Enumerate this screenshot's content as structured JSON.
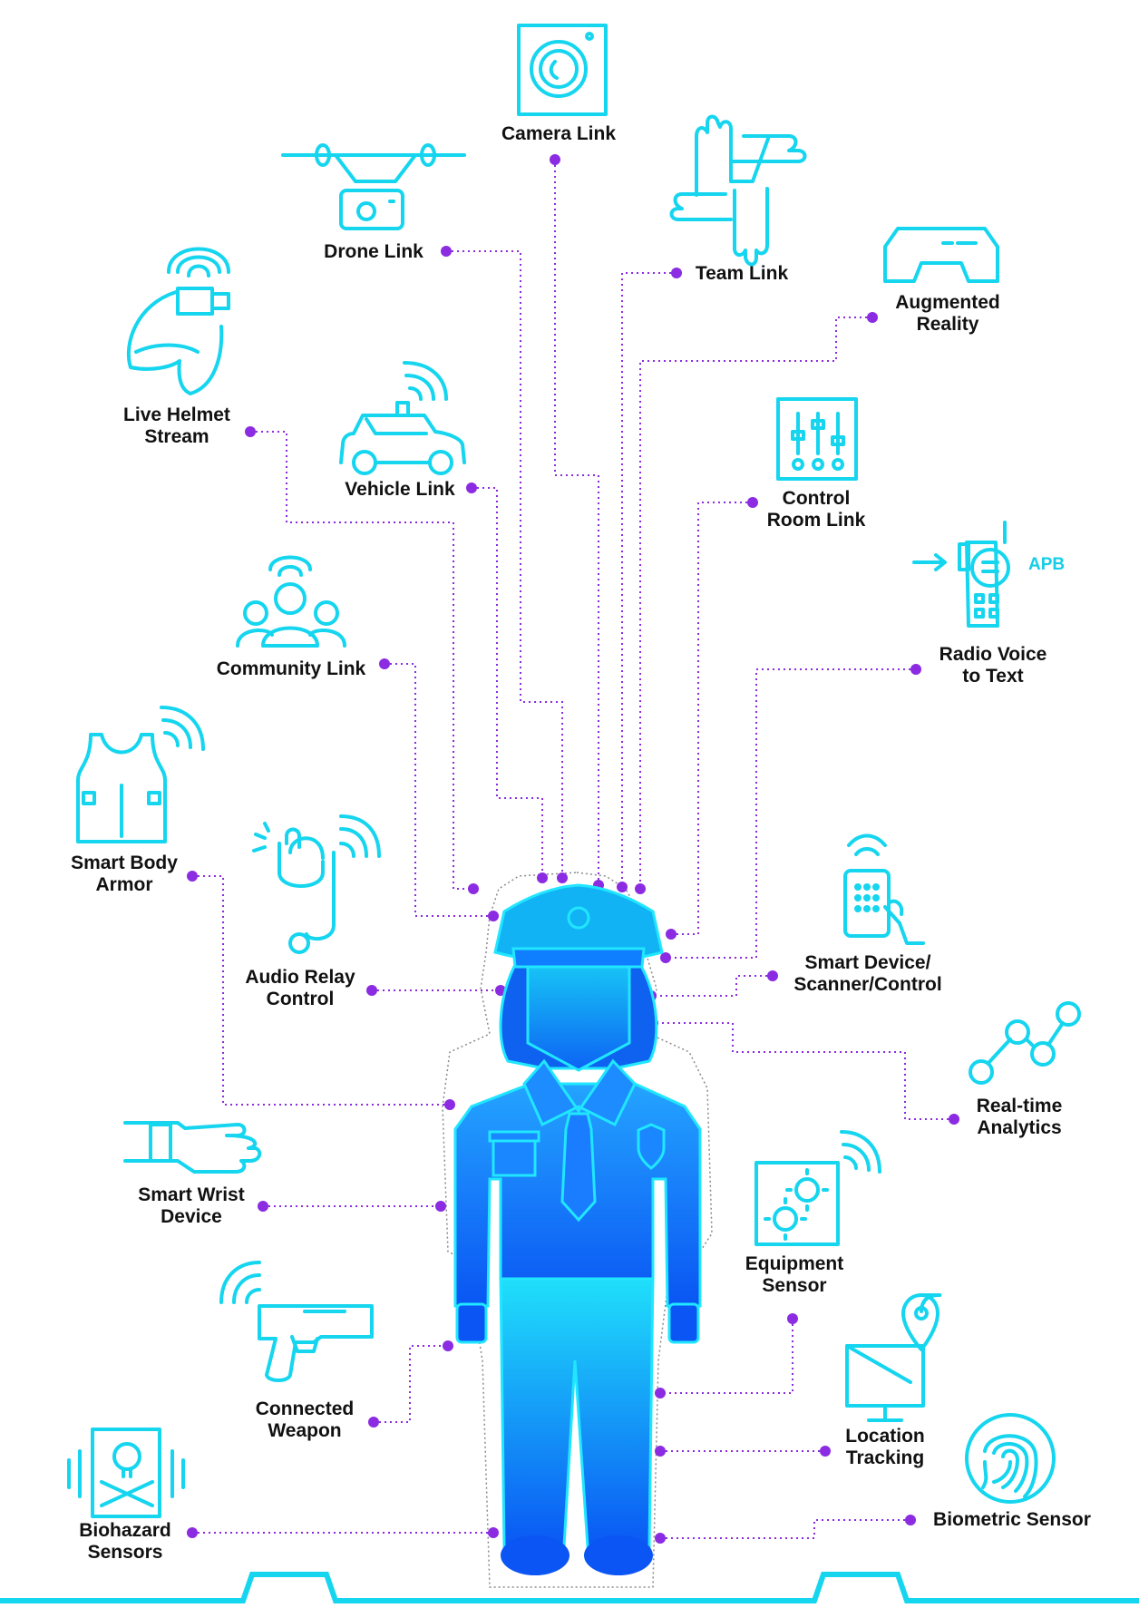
{
  "colors": {
    "cyan": "#15d5ef",
    "connector": "#8b2be2",
    "text": "#111111",
    "figure_top": "#1f8bff",
    "figure_bottom": "#0a5cf5"
  },
  "nodes": [
    {
      "id": "camera",
      "lines": [
        "Camera Link"
      ],
      "icon": "camera-icon"
    },
    {
      "id": "drone",
      "lines": [
        "Drone Link"
      ],
      "icon": "drone-icon"
    },
    {
      "id": "team",
      "lines": [
        "Team Link"
      ],
      "icon": "team-hands-icon"
    },
    {
      "id": "ar",
      "lines": [
        "Augmented",
        "Reality"
      ],
      "icon": "ar-goggles-icon"
    },
    {
      "id": "helmet",
      "lines": [
        "Live Helmet",
        "Stream"
      ],
      "icon": "helmet-camera-icon"
    },
    {
      "id": "vehicle",
      "lines": [
        "Vehicle Link"
      ],
      "icon": "police-car-icon"
    },
    {
      "id": "control",
      "lines": [
        "Control",
        "Room Link"
      ],
      "icon": "control-panel-icon"
    },
    {
      "id": "radio",
      "lines": [
        "Radio Voice",
        "to Text"
      ],
      "icon": "radio-icon"
    },
    {
      "id": "community",
      "lines": [
        "Community Link"
      ],
      "icon": "community-icon"
    },
    {
      "id": "armor",
      "lines": [
        "Smart Body",
        "Armor"
      ],
      "icon": "body-armor-icon"
    },
    {
      "id": "audio",
      "lines": [
        "Audio Relay",
        "Control"
      ],
      "icon": "earpiece-icon"
    },
    {
      "id": "device",
      "lines": [
        "Smart Device/",
        "Scanner/Control"
      ],
      "icon": "smart-device-icon"
    },
    {
      "id": "analytics",
      "lines": [
        "Real-time",
        "Analytics"
      ],
      "icon": "analytics-icon"
    },
    {
      "id": "wrist",
      "lines": [
        "Smart Wrist",
        "Device"
      ],
      "icon": "wrist-device-icon"
    },
    {
      "id": "equipment",
      "lines": [
        "Equipment",
        "Sensor"
      ],
      "icon": "equipment-sensor-icon"
    },
    {
      "id": "weapon",
      "lines": [
        "Connected",
        "Weapon"
      ],
      "icon": "gun-icon"
    },
    {
      "id": "location",
      "lines": [
        "Location",
        "Tracking"
      ],
      "icon": "location-icon"
    },
    {
      "id": "biohazard",
      "lines": [
        "Biohazard",
        "Sensors"
      ],
      "icon": "biohazard-icon"
    },
    {
      "id": "biometric",
      "lines": [
        "Biometric Sensor"
      ],
      "icon": "fingerprint-icon"
    }
  ],
  "radio_badge": "APB"
}
